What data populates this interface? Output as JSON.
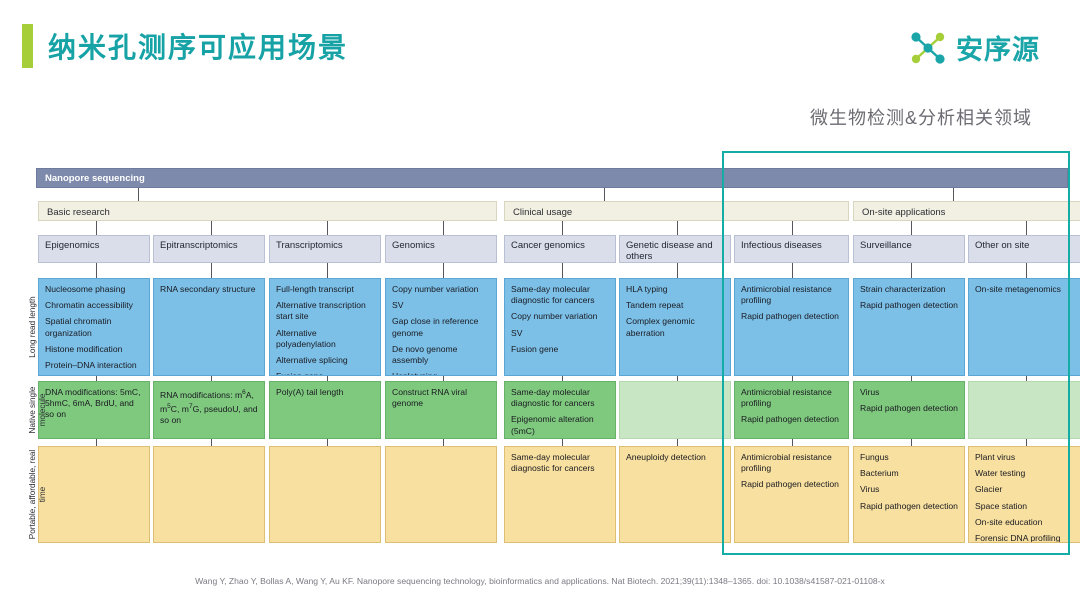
{
  "header": {
    "title": "纳米孔测序可应用场景",
    "logo_text": "安序源",
    "logo_icon": "molecule-network-icon",
    "accent_green": "#a6ce39",
    "accent_teal": "#17a2a6"
  },
  "annotation": {
    "text": "微生物检测&分析相关领域",
    "highlight_color": "#14ada6"
  },
  "chart_data": {
    "type": "table",
    "title": "Nanopore sequencing",
    "root": "Nanopore sequencing",
    "categories": [
      {
        "label": "Basic research",
        "span": 4
      },
      {
        "label": "Clinical usage",
        "span": 3
      },
      {
        "label": "On-site applications",
        "span": 2
      }
    ],
    "columns": [
      "Epigenomics",
      "Epitranscriptomics",
      "Transcriptomics",
      "Genomics",
      "Cancer genomics",
      "Genetic disease and others",
      "Infectious diseases",
      "Surveillance",
      "Other on site"
    ],
    "rows": [
      {
        "label": "Long read length",
        "color": "#7cc0e8",
        "cells": [
          [
            "Nucleosome phasing",
            "Chromatin accessibility",
            "Spatial chromatin organization",
            "Histone modification",
            "Protein–DNA interaction"
          ],
          [
            "RNA secondary structure"
          ],
          [
            "Full-length transcript",
            "Alternative transcription start site",
            "Alternative polyadenylation",
            "Alternative splicing",
            "Fusion gene"
          ],
          [
            "Copy number variation",
            "SV",
            "Gap close in reference genome",
            "De novo genome assembly",
            "Haplotyping"
          ],
          [
            "Same-day molecular diagnostic for cancers",
            "Copy number variation",
            "SV",
            "Fusion gene"
          ],
          [
            "HLA typing",
            "Tandem repeat",
            "Complex genomic aberration"
          ],
          [
            "Antimicrobial resistance profiling",
            "Rapid pathogen detection"
          ],
          [
            "Strain characterization",
            "Rapid pathogen detection"
          ],
          [
            "On-site metagenomics"
          ]
        ]
      },
      {
        "label": "Native single molecule",
        "color": "#7fc97f",
        "cells": [
          [
            "DNA modifications: 5mC, 5hmC, 6mA, BrdU, and so on"
          ],
          [
            "RNA modifications: m6A, m5C, m7G, pseudoU, and so on"
          ],
          [
            "Poly(A) tail length"
          ],
          [
            "Construct RNA viral genome"
          ],
          [
            "Same-day molecular diagnostic for cancers",
            "Epigenomic alteration (5mC)"
          ],
          [],
          [
            "Antimicrobial resistance profiling",
            "Rapid pathogen detection"
          ],
          [
            "Virus",
            "Rapid pathogen detection"
          ],
          []
        ]
      },
      {
        "label": "Portable, affordable, real time",
        "color": "#f7e0a0",
        "cells": [
          [],
          [],
          [],
          [],
          [
            "Same-day molecular diagnostic for cancers"
          ],
          [
            "Aneuploidy detection"
          ],
          [
            "Antimicrobial resistance profiling",
            "Rapid pathogen detection"
          ],
          [
            "Fungus",
            "Bacterium",
            "Virus",
            "Rapid pathogen detection"
          ],
          [
            "Plant virus",
            "Water testing",
            "Glacier",
            "Space station",
            "On-site education",
            "Forensic DNA profiling"
          ]
        ]
      }
    ]
  },
  "citation": "Wang Y, Zhao Y, Bollas A, Wang Y, Au KF. Nanopore sequencing technology, bioinformatics and applications. Nat Biotech. 2021;39(11):1348–1365. doi: 10.1038/s41587-021-01108-x"
}
